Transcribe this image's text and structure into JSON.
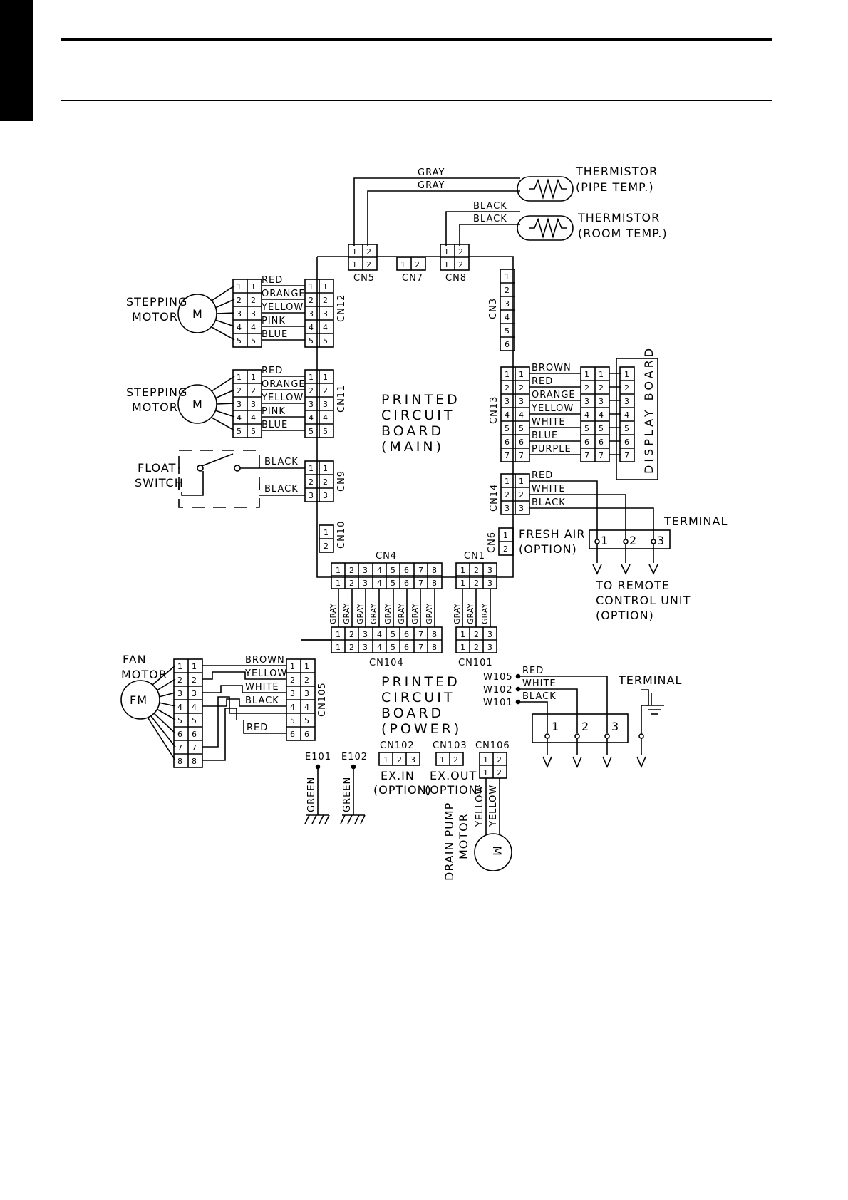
{
  "thermistors": [
    {
      "title": "THERMISTOR",
      "sub": "(PIPE TEMP.)",
      "wires": [
        "GRAY",
        "GRAY"
      ]
    },
    {
      "title": "THERMISTOR",
      "sub": "(ROOM TEMP.)",
      "wires": [
        "BLACK",
        "BLACK"
      ]
    }
  ],
  "main_board": {
    "lines": [
      "PRINTED",
      "CIRCUIT",
      "BOARD",
      "(MAIN)"
    ],
    "connectors": {
      "cn5": "CN5",
      "cn7": "CN7",
      "cn8": "CN8",
      "cn3": "CN3",
      "cn12": "CN12",
      "cn11": "CN11",
      "cn9": "CN9",
      "cn10": "CN10",
      "cn13": "CN13",
      "cn14": "CN14",
      "cn6": "CN6",
      "cn4": "CN4",
      "cn1": "CN1"
    }
  },
  "stepping_motors": [
    {
      "label1": "STEPPING",
      "label2": "MOTOR",
      "symbol": "M",
      "wires": [
        "RED",
        "ORANGE",
        "YELLOW",
        "PINK",
        "BLUE"
      ]
    },
    {
      "label1": "STEPPING",
      "label2": "MOTOR",
      "symbol": "M",
      "wires": [
        "RED",
        "ORANGE",
        "YELLOW",
        "PINK",
        "BLUE"
      ]
    }
  ],
  "float_switch": {
    "label1": "FLOAT",
    "label2": "SWITCH",
    "wires": [
      "BLACK",
      "BLACK"
    ]
  },
  "display_board": {
    "label": "DISPLAY BOARD",
    "wires": [
      "BROWN",
      "RED",
      "ORANGE",
      "YELLOW",
      "WHITE",
      "BLUE",
      "PURPLE"
    ]
  },
  "cn14_wires": [
    "RED",
    "WHITE",
    "BLACK"
  ],
  "terminal_remote": {
    "label": "TERMINAL",
    "pins": [
      "1",
      "2",
      "3"
    ],
    "dest": [
      "TO REMOTE",
      "CONTROL UNIT",
      "(OPTION)"
    ]
  },
  "fresh_air": {
    "line1": "FRESH AIR",
    "line2": "(OPTION)"
  },
  "gray_wires": [
    "GRAY",
    "GRAY",
    "GRAY",
    "GRAY",
    "GRAY",
    "GRAY",
    "GRAY",
    "GRAY",
    "GRAY",
    "GRAY",
    "GRAY"
  ],
  "power_board": {
    "lines": [
      "PRINTED",
      "CIRCUIT",
      "BOARD",
      "(POWER)"
    ],
    "connectors": {
      "cn104": "CN104",
      "cn101": "CN101",
      "cn105": "CN105",
      "cn102": "CN102",
      "cn103": "CN103",
      "cn106": "CN106",
      "w105": "W105",
      "w102": "W102",
      "w101": "W101",
      "e101": "E101",
      "e102": "E102"
    }
  },
  "fan_motor": {
    "label1": "FAN",
    "label2": "MOTOR",
    "symbol": "FM",
    "wires": [
      "BROWN",
      "YELLOW",
      "WHITE",
      "BLACK",
      "RED"
    ]
  },
  "power_wires": [
    "RED",
    "WHITE",
    "BLACK"
  ],
  "terminal_power": {
    "label": "TERMINAL",
    "pins": [
      "1",
      "2",
      "3"
    ]
  },
  "ground_wires": [
    "GREEN",
    "GREEN"
  ],
  "ex_in": {
    "line1": "EX.IN",
    "line2": "(OPTION)"
  },
  "ex_out": {
    "line1": "EX.OUT",
    "line2": "(OPTION)"
  },
  "drain_pump": {
    "line1": "DRAIN PUMP",
    "line2": "MOTOR",
    "symbol": "M",
    "wires": [
      "YELLOW",
      "YELLOW"
    ]
  }
}
